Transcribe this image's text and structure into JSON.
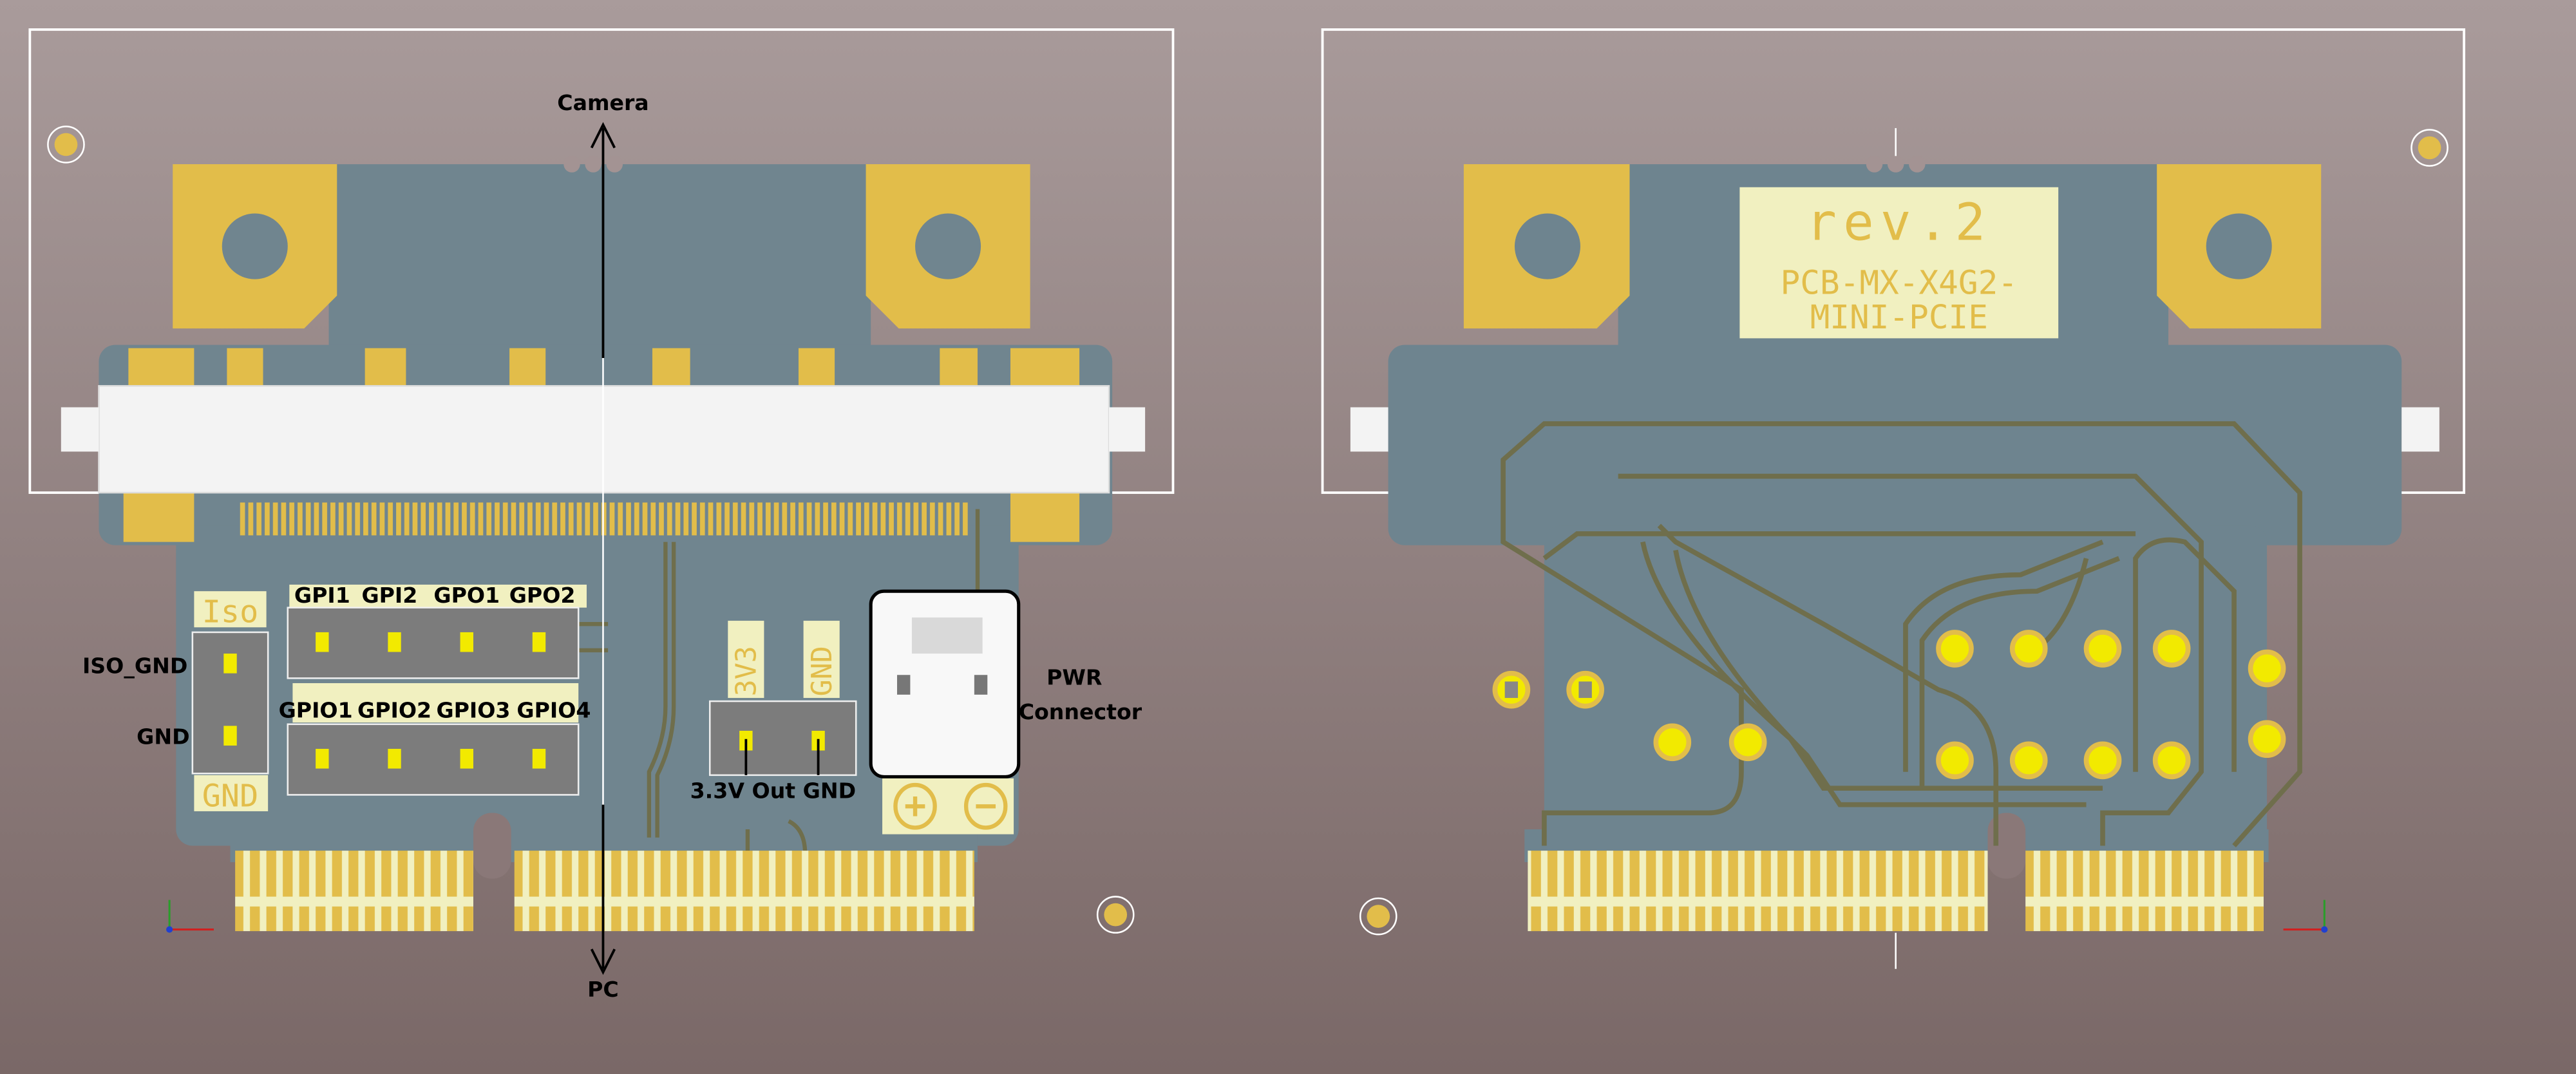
{
  "colors": {
    "board": "#70858f",
    "gold": "#e2bd4a",
    "silk_bg": "#f1f0c0",
    "trace": "#6f6e4c",
    "pad": "#f2ea00"
  },
  "front": {
    "top_label": "Camera",
    "bottom_label": "PC",
    "iso_silk": "Iso",
    "gnd_silk": "GND",
    "iso_gnd_label": "ISO_GND",
    "gnd_label": "GND",
    "gpi_labels": [
      "GPI1",
      "GPI2",
      "GPO1",
      "GPO2"
    ],
    "gpio_labels": [
      "GPIO1",
      "GPIO2",
      "GPIO3",
      "GPIO4"
    ],
    "v33_silk": "3V3",
    "gnd2_silk": "GND",
    "out_label": "3.3V Out GND",
    "pwr_label_1": "PWR",
    "pwr_label_2": "Connector",
    "plus_icon": "plus-icon",
    "minus_icon": "minus-icon"
  },
  "back": {
    "rev": "rev.2",
    "name_line1": "PCB-MX-X4G2-",
    "name_line2": "MINI-PCIE"
  }
}
